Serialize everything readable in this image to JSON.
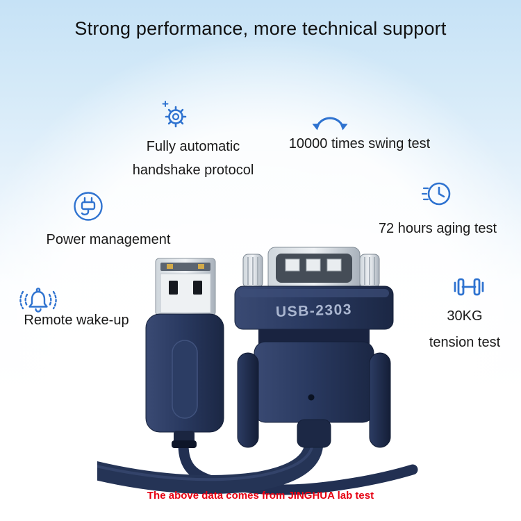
{
  "title": "Strong performance, more technical support",
  "features": [
    {
      "icon": "gear-icon",
      "lines": [
        "Fully automatic",
        "handshake protocol"
      ]
    },
    {
      "icon": "swing-arrows-icon",
      "lines": [
        "10000 times swing test"
      ]
    },
    {
      "icon": "power-plug-icon",
      "lines": [
        "Power management"
      ]
    },
    {
      "icon": "clock-icon",
      "lines": [
        "72 hours aging test"
      ]
    },
    {
      "icon": "bell-icon",
      "lines": [
        "Remote wake-up"
      ]
    },
    {
      "icon": "dumbbell-icon",
      "lines": [
        "30KG",
        "tension test"
      ]
    }
  ],
  "product": {
    "model_label": "USB-2303"
  },
  "footnote": "The above data comes from JINGHUA lab test",
  "colors": {
    "accent_blue": "#2F73D0",
    "connector_navy": "#263558",
    "footnote_red": "#E60012",
    "background_blue": "#C6E2F6"
  }
}
